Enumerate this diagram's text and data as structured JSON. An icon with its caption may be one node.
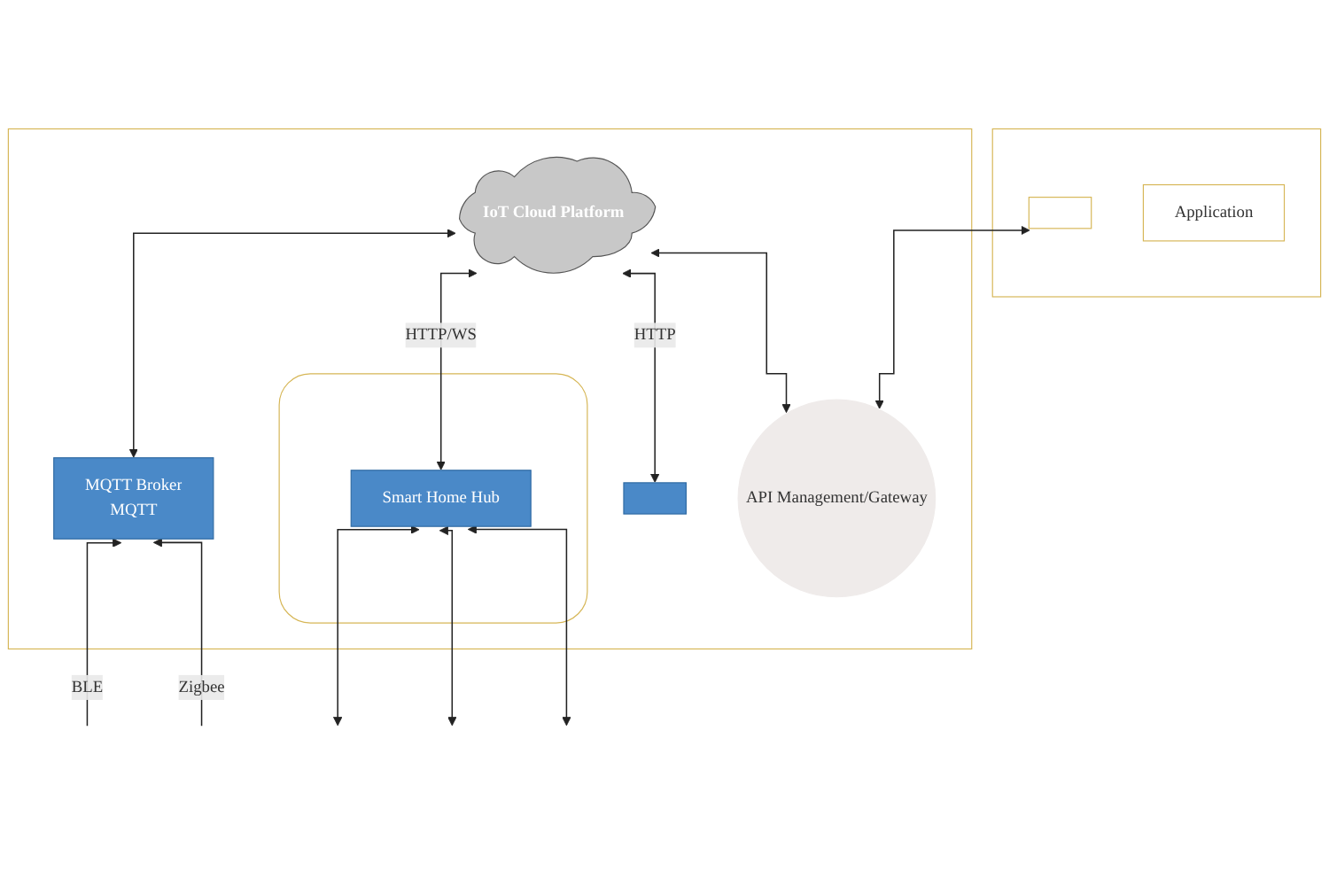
{
  "diagram": {
    "nodes": [
      {
        "text": [],
        "shape": "box"
      },
      {
        "text": [],
        "shape": "box",
        "in": 0
      },
      {
        "text": [
          "Application"
        ],
        "in": 0
      },
      {
        "text": [],
        "shape": "box"
      },
      {
        "text": [
          "API Management/Gateway"
        ],
        "in": 3
      },
      {
        "text": [
          "IoT Cloud Platform"
        ],
        "in": 3
      },
      {
        "text": [],
        "shape": "box",
        "in": 3
      },
      {
        "text": [
          "Smart Home Hub"
        ],
        "in": 6
      },
      {
        "text": [],
        "shape": "box",
        "in": 3
      },
      {
        "text": [
          "MQTT Broker",
          "MQTT"
        ],
        "in": 3
      }
    ],
    "edges": [
      {
        "from": 4,
        "to": 1,
        "arrow": "both"
      },
      {
        "from": 4,
        "to": 5,
        "arrow": "both"
      },
      {
        "from": 8,
        "to": 5,
        "arrow": "both",
        "label": "HTTP"
      },
      {
        "from": 7,
        "to": 5,
        "arrow": "both",
        "label": "HTTP/WS"
      },
      {
        "from": 9,
        "to": 5,
        "arrow": "both"
      },
      {
        "from": null,
        "to": 7,
        "arrow": "both"
      },
      {
        "from": null,
        "to": 7,
        "arrow": "both"
      },
      {
        "from": null,
        "to": 7,
        "arrow": "both"
      },
      {
        "from": null,
        "to": 9,
        "arrow": "to",
        "label": "Zigbee"
      },
      {
        "from": null,
        "to": 9,
        "arrow": "to",
        "label": "BLE"
      }
    ]
  }
}
